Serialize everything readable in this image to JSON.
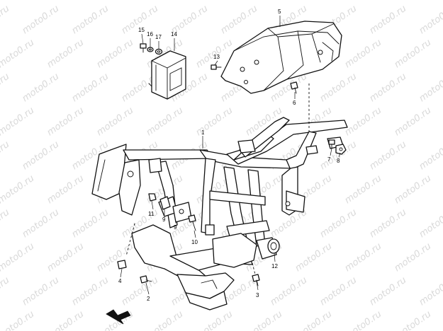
{
  "watermark": "moto0.ru",
  "callouts": {
    "c1": "1",
    "c2": "2",
    "c3": "3",
    "c4": "4",
    "c5": "5",
    "c6": "6",
    "c7": "7",
    "c8": "8",
    "c9a": "9",
    "c9b": "9",
    "c10": "10",
    "c11": "11",
    "c12": "12",
    "c13": "13",
    "c14": "14",
    "c15": "15",
    "c16": "16",
    "c17": "17"
  }
}
